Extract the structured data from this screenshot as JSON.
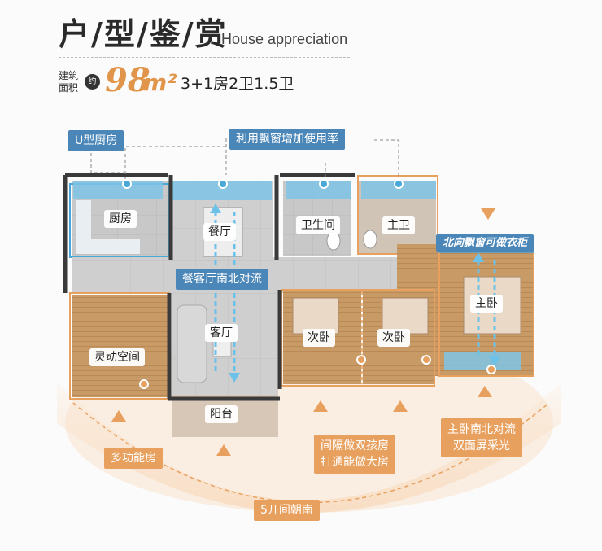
{
  "header": {
    "title_zh": "户/型/鉴/赏",
    "title_en": "House appreciation"
  },
  "area": {
    "label_line1": "建筑",
    "label_line2": "面积",
    "approx": "约",
    "value": "98",
    "unit": "m²",
    "layout": "3+1房2卫1.5卫"
  },
  "callouts": {
    "u_kitchen": "U型厨房",
    "bay_window": "利用飘窗增加使用率",
    "wardrobe": "北向飘窗可做衣柜",
    "dining_living": "餐客厅南北对流",
    "multi_room": "多功能房",
    "kids_rooms_l1": "间隔做双孩房",
    "kids_rooms_l2": "打通能做大房",
    "master_l1": "主卧南北对流",
    "master_l2": "双面屏采光",
    "south_rooms": "5开间朝南"
  },
  "rooms": {
    "kitchen": "厨房",
    "dining": "餐厅",
    "bathroom": "卫生间",
    "master_bath": "主卫",
    "master_bed": "主卧",
    "living": "客厅",
    "flex_space": "灵动空间",
    "second_bed_a": "次卧",
    "second_bed_b": "次卧",
    "balcony": "阳台"
  },
  "colors": {
    "accent_orange": "#e8a05e",
    "accent_blue": "#4a86b8",
    "window_blue": "#7ec4e6"
  }
}
